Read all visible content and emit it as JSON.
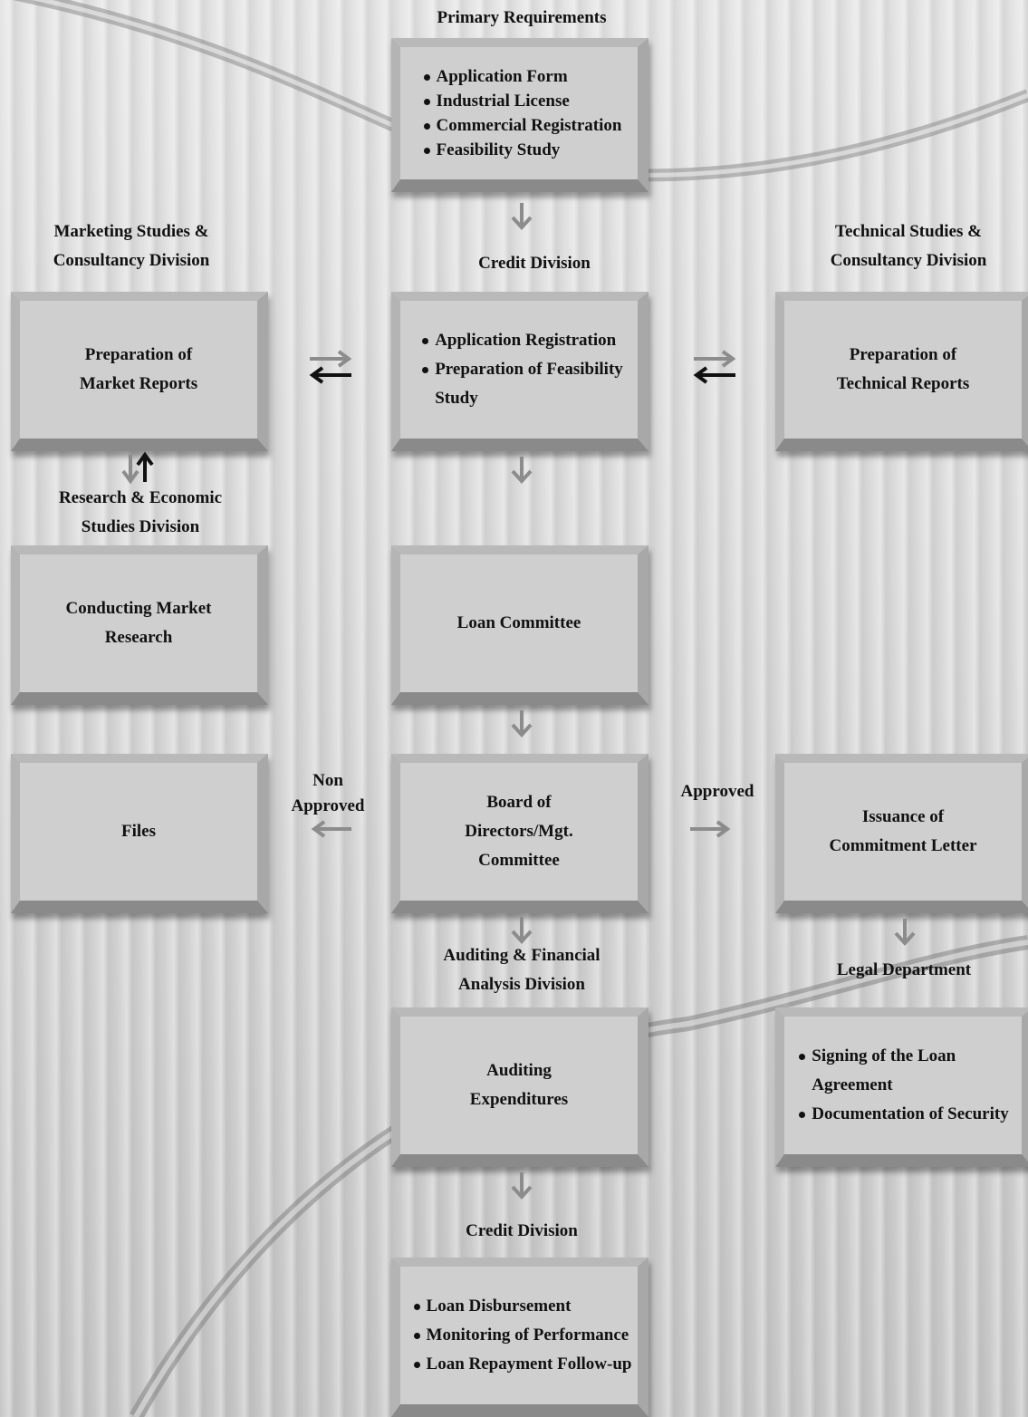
{
  "labels": {
    "primary_requirements": "Primary Requirements",
    "marketing_division": [
      "Marketing Studies &",
      "Consultancy Division"
    ],
    "technical_division": [
      "Technical Studies &",
      "Consultancy Division"
    ],
    "credit_division_top": "Credit Division",
    "research_division": [
      "Research & Economic",
      "Studies Division"
    ],
    "non_approved": [
      "Non",
      "Approved"
    ],
    "approved": "Approved",
    "auditing_division": [
      "Auditing & Financial",
      "Analysis Division"
    ],
    "legal_department": "Legal Department",
    "credit_division_bottom": "Credit Division"
  },
  "boxes": {
    "primary_requirements_list": [
      "Application Form",
      "Industrial License",
      "Commercial Registration",
      "Feasibility Study"
    ],
    "market_reports": [
      "Preparation of",
      "Market Reports"
    ],
    "credit_tasks": [
      "Application Registration",
      "Preparation of Feasibility",
      "Study"
    ],
    "technical_reports": [
      "Preparation of",
      "Technical Reports"
    ],
    "market_research": [
      "Conducting Market",
      "Research"
    ],
    "loan_committee": "Loan Committee",
    "files": "Files",
    "board": [
      "Board of",
      "Directors/Mgt.",
      "Committee"
    ],
    "commitment_letter": [
      "Issuance of",
      "Commitment Letter"
    ],
    "auditing_expenditures": [
      "Auditing",
      "Expenditures"
    ],
    "legal_tasks": [
      "Signing of the Loan",
      "Agreement",
      "Documentation of Security"
    ],
    "disbursement_tasks": [
      "Loan Disbursement",
      "Monitoring of Performance",
      "Loan Repayment Follow-up"
    ]
  },
  "colors": {
    "box_face": "#cfcfcf",
    "box_bottom_edge": "#8a8a8a",
    "arrow_grey": "#8c8c8c",
    "arrow_dark": "#111111",
    "text": "#111111"
  }
}
